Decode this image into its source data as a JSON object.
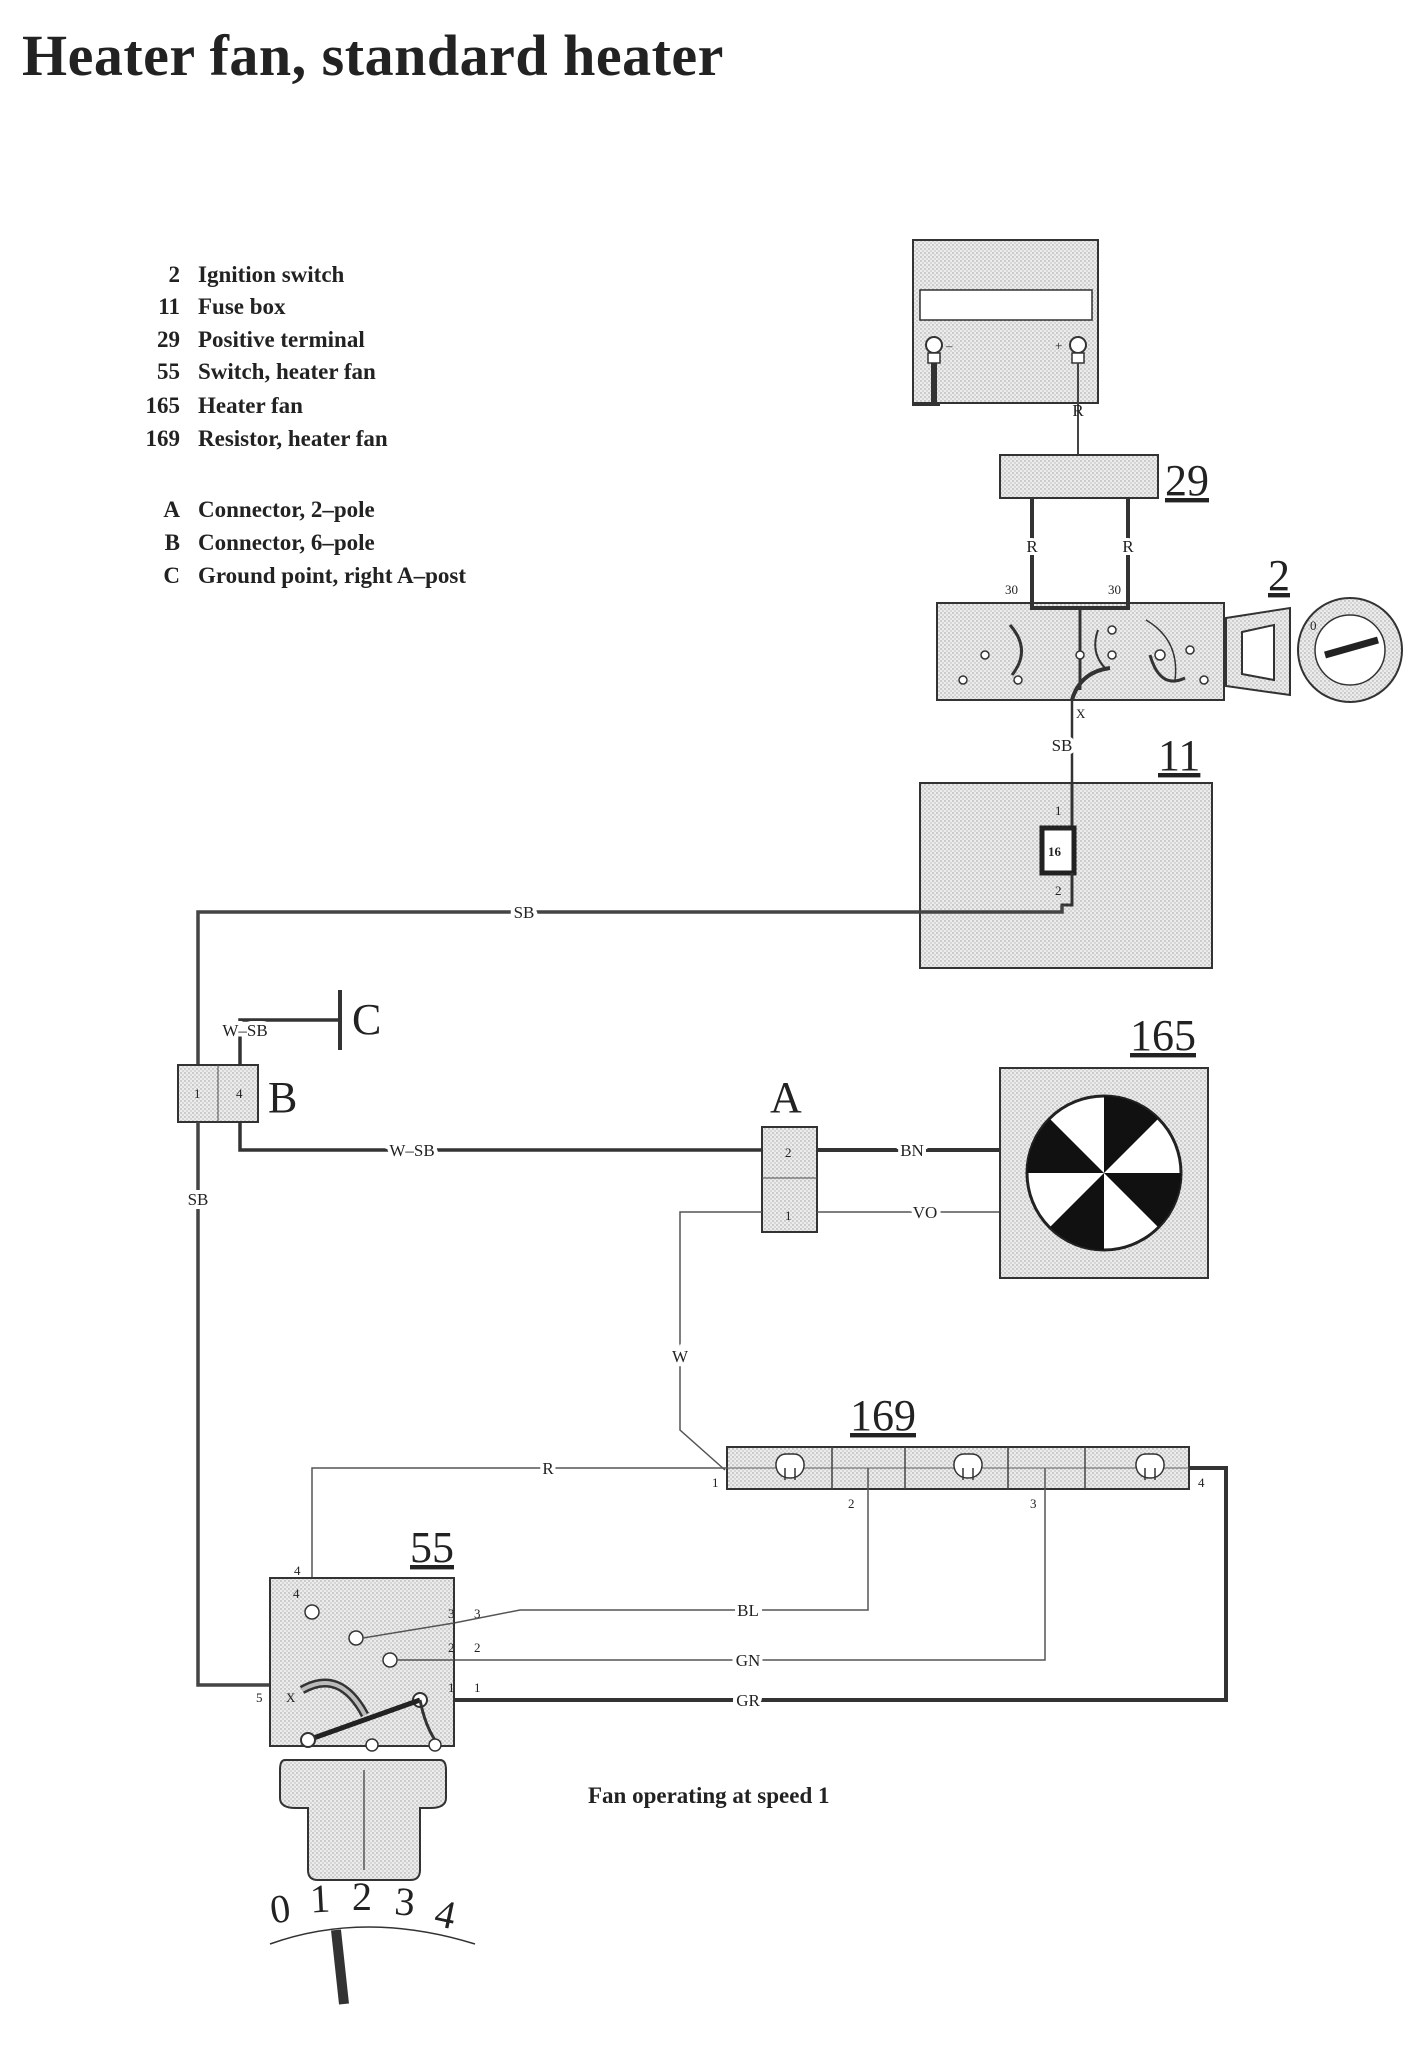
{
  "title": "Heater fan, standard heater",
  "legend": [
    {
      "num": "2",
      "text": "Ignition switch"
    },
    {
      "num": "11",
      "text": "Fuse box"
    },
    {
      "num": "29",
      "text": "Positive terminal"
    },
    {
      "num": "55",
      "text": "Switch, heater fan"
    },
    {
      "num": "165",
      "text": "Heater fan"
    },
    {
      "num": "169",
      "text": "Resistor, heater fan"
    },
    {
      "num": "A",
      "text": "Connector, 2–pole"
    },
    {
      "num": "B",
      "text": "Connector, 6–pole"
    },
    {
      "num": "C",
      "text": "Ground point, right A–post"
    }
  ],
  "components": {
    "c29": "29",
    "c2": "2",
    "c11": "11",
    "c165": "165",
    "c169": "169",
    "c55": "55",
    "cA": "A",
    "cB": "B",
    "cC": "C"
  },
  "wires": {
    "r": "R",
    "sb": "SB",
    "wsb": "W–SB",
    "bn": "BN",
    "vo": "VO",
    "w": "W",
    "bl": "BL",
    "gn": "GN",
    "gr": "GR",
    "x": "X"
  },
  "pins": {
    "p1": "1",
    "p2": "2",
    "p3": "3",
    "p4": "4",
    "p5": "5",
    "p16": "16",
    "p30": "30",
    "minus": "–",
    "plus": "+"
  },
  "caption": "Fan operating at speed 1",
  "dial": {
    "d0": "0",
    "d1": "1",
    "d2": "2",
    "d3": "3",
    "d4": "4"
  }
}
